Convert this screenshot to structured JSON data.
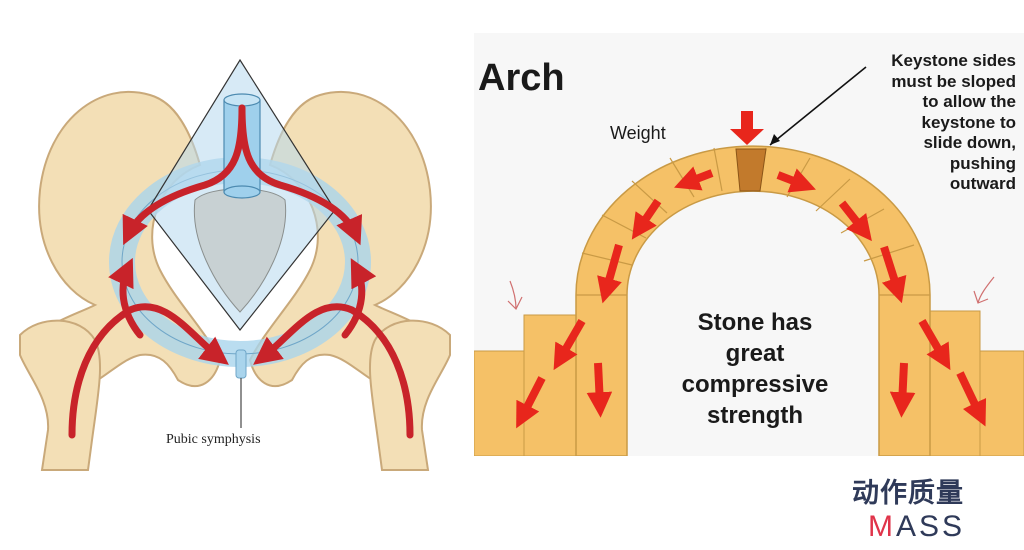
{
  "pelvis": {
    "label": "Pubic symphysis",
    "colors": {
      "bone": "#f3dfb6",
      "bone_outline": "#c9a97a",
      "ring": "#a9d4ec",
      "arrow": "#c8232a"
    }
  },
  "arch": {
    "title": "Arch",
    "weight_label": "Weight",
    "keystone_note": "Keystone sides\nmust be sloped\nto allow the\nkeystone to\nslide down,\npushing\noutward",
    "stone_note": "Stone has\ngreat\ncompressive\nstrength",
    "colors": {
      "stone": "#f5c167",
      "stone_outline": "#c99a45",
      "keystone": "#c27a2c",
      "arrow": "#e8261c",
      "background": "#f7f7f7"
    }
  },
  "logo": {
    "chinese": "动作质量",
    "english_first": "M",
    "english_rest": "ASS"
  }
}
